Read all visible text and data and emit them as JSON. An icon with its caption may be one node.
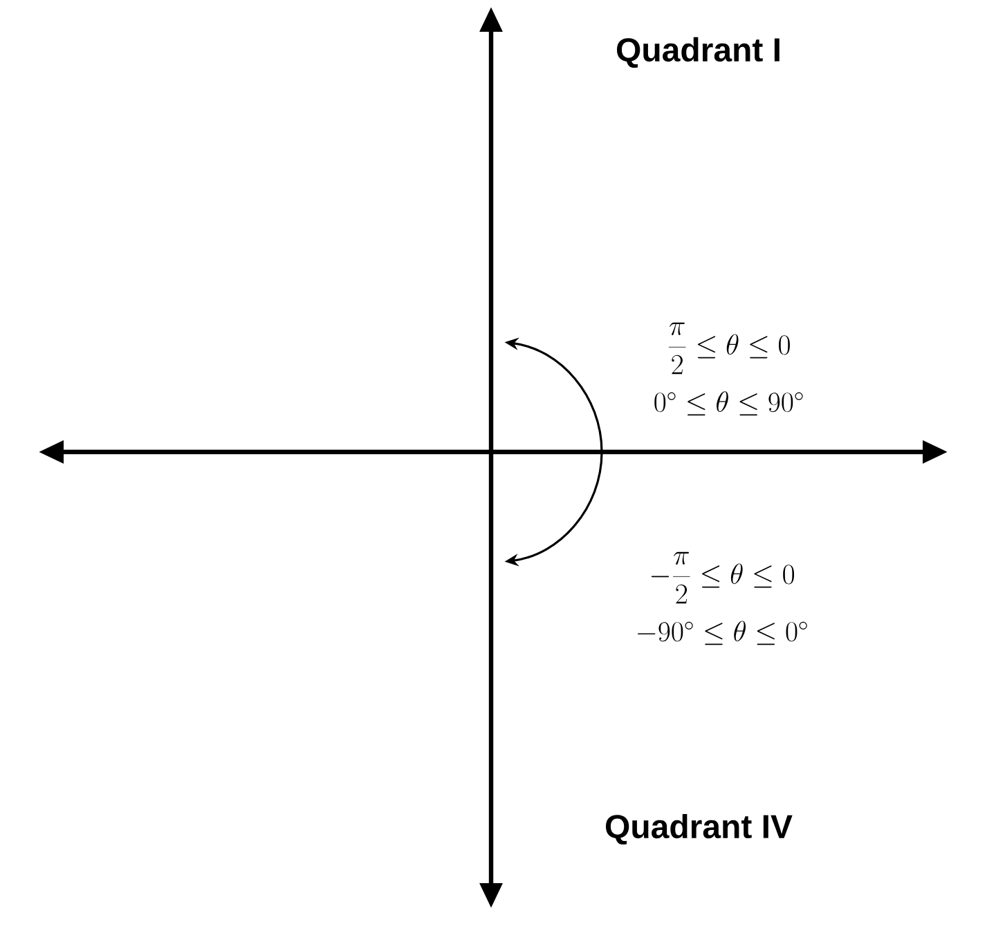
{
  "diagram": {
    "labels": [
      "Quadrant I",
      "\\frac{\\pi}{2} \\leq \\theta \\leq 0",
      "0^\\circ \\leq \\theta \\leq 90^\\circ",
      "-\\frac{\\pi}{2} \\leq \\theta \\leq 0",
      "-90^\\circ \\leq \\theta \\leq 0^\\circ",
      "Quadrant IV"
    ]
  }
}
